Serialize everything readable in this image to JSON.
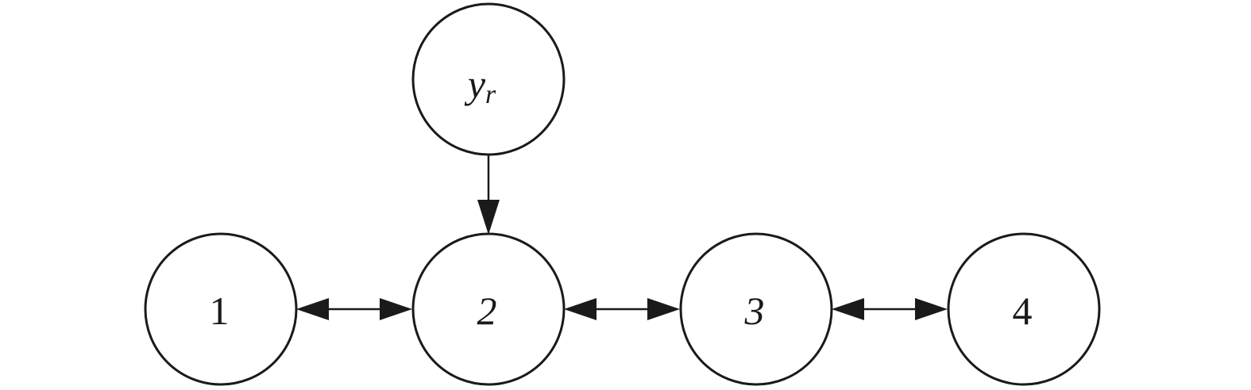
{
  "diagram": {
    "nodes": [
      {
        "id": "yr",
        "label": "y",
        "subscript": "r"
      },
      {
        "id": "n1",
        "label": "1"
      },
      {
        "id": "n2",
        "label": "2"
      },
      {
        "id": "n3",
        "label": "3"
      },
      {
        "id": "n4",
        "label": "4"
      }
    ],
    "edges": [
      {
        "from": "yr",
        "to": "n2",
        "direction": "forward"
      },
      {
        "from": "n1",
        "to": "n2",
        "direction": "both"
      },
      {
        "from": "n2",
        "to": "n3",
        "direction": "both"
      },
      {
        "from": "n3",
        "to": "n4",
        "direction": "both"
      }
    ],
    "colors": {
      "stroke": "#1a1a1a",
      "background": "#ffffff"
    }
  }
}
